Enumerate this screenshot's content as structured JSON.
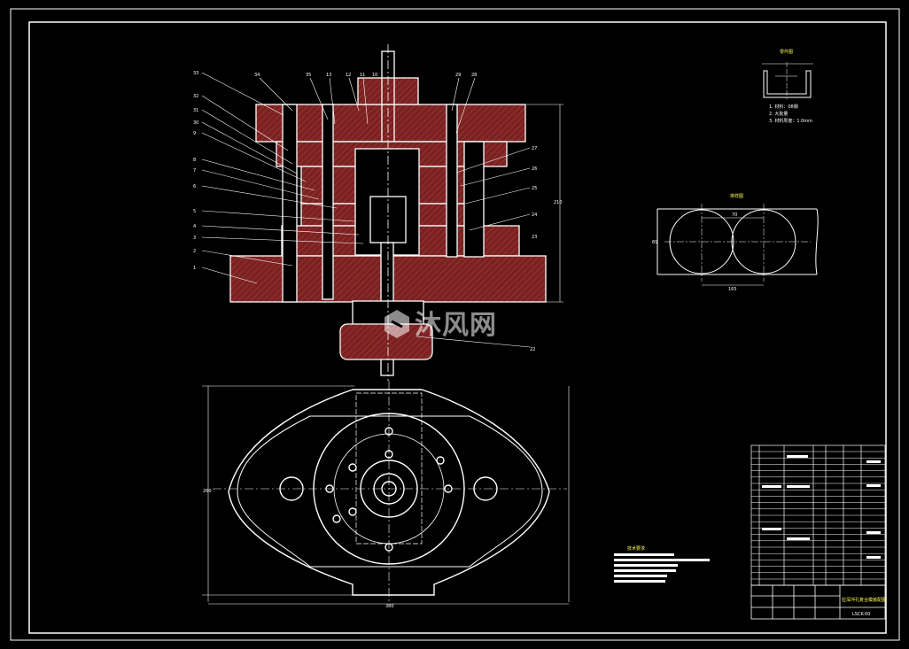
{
  "colors": {
    "background": "#000000",
    "line": "#ffffff",
    "hatch": "#7a2222",
    "center_line": "#ffffff",
    "text_yellow": "#ffff55"
  },
  "watermark": {
    "text": "沐风网",
    "icon": "mufeng-logo-icon"
  },
  "section_view": {
    "callouts_left": [
      "33",
      "32",
      "31",
      "30",
      "9",
      "8",
      "7",
      "6",
      "5",
      "4",
      "3",
      "2",
      "1"
    ],
    "callouts_top": [
      "34",
      "35",
      "13",
      "12",
      "11",
      "10",
      "29",
      "28"
    ],
    "callouts_right": [
      "27",
      "26",
      "25",
      "24",
      "23"
    ],
    "bottom_callout": "22",
    "height_dim": "210"
  },
  "part_sketch": {
    "title": "零件图",
    "notes": [
      "1. 材料：08钢",
      "2. 大批量",
      "3. 材料厚度：1.0mm"
    ]
  },
  "layout_sketch": {
    "title": "排样图",
    "dims": [
      "70",
      "69",
      "165"
    ]
  },
  "plan_view": {
    "width_dim": "380",
    "height_dim": "260"
  },
  "tech_requirements": {
    "title": "技术要求"
  },
  "title_block": {
    "drawing_title": "拉深冲孔复合模装配图",
    "drawing_no": "LSCK-00"
  }
}
